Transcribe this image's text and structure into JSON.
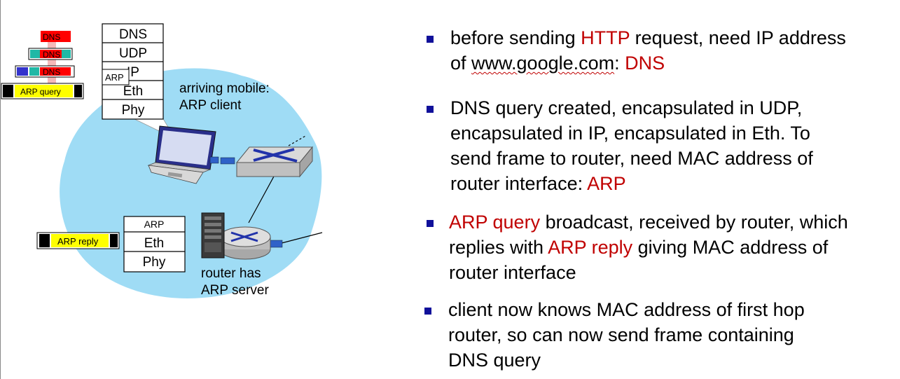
{
  "diagram": {
    "client_stack": [
      "DNS",
      "UDP",
      "IP",
      "Eth",
      "Phy"
    ],
    "client_arp_tag": "ARP",
    "packet_dns_label": "DNS",
    "arp_query_label": "ARP query",
    "arrival_caption": [
      "arriving mobile:",
      "ARP client"
    ],
    "router_stack": [
      "ARP",
      "Eth",
      "Phy"
    ],
    "arp_reply_label": "ARP reply",
    "router_caption": [
      "router has",
      "ARP server"
    ]
  },
  "bullets": [
    {
      "lines": [
        [
          {
            "t": "before sending "
          },
          {
            "t": "HTTP",
            "c": "red"
          },
          {
            "t": " request, need IP address"
          }
        ],
        [
          {
            "t": "of "
          },
          {
            "t": "www.google.com",
            "c": "squiggle"
          },
          {
            "t": ":  "
          },
          {
            "t": "DNS",
            "c": "red"
          }
        ]
      ]
    },
    {
      "lines": [
        [
          {
            "t": "DNS query created, encapsulated in UDP,"
          }
        ],
        [
          {
            "t": "encapsulated in IP, encapsulated in Eth.  To"
          }
        ],
        [
          {
            "t": "send frame to router, need MAC address of"
          }
        ],
        [
          {
            "t": "router interface: "
          },
          {
            "t": "ARP",
            "c": "red"
          }
        ]
      ]
    },
    {
      "lines": [
        [
          {
            "t": "ARP query",
            "c": "red"
          },
          {
            "t": " broadcast, received by router, which"
          }
        ],
        [
          {
            "t": "replies with "
          },
          {
            "t": "ARP reply",
            "c": "red"
          },
          {
            "t": " giving MAC address of"
          }
        ],
        [
          {
            "t": "router interface"
          }
        ]
      ]
    },
    {
      "lines": [
        [
          {
            "t": "client now knows MAC address of first hop"
          }
        ],
        [
          {
            "t": "router, so can now send frame containing"
          }
        ],
        [
          {
            "t": "DNS query"
          }
        ]
      ]
    }
  ],
  "colors": {
    "cloud": "#9fdcf5",
    "accent_red": "#c00000",
    "bullet_square": "#10109a",
    "label_yellow": "#ffff00"
  }
}
